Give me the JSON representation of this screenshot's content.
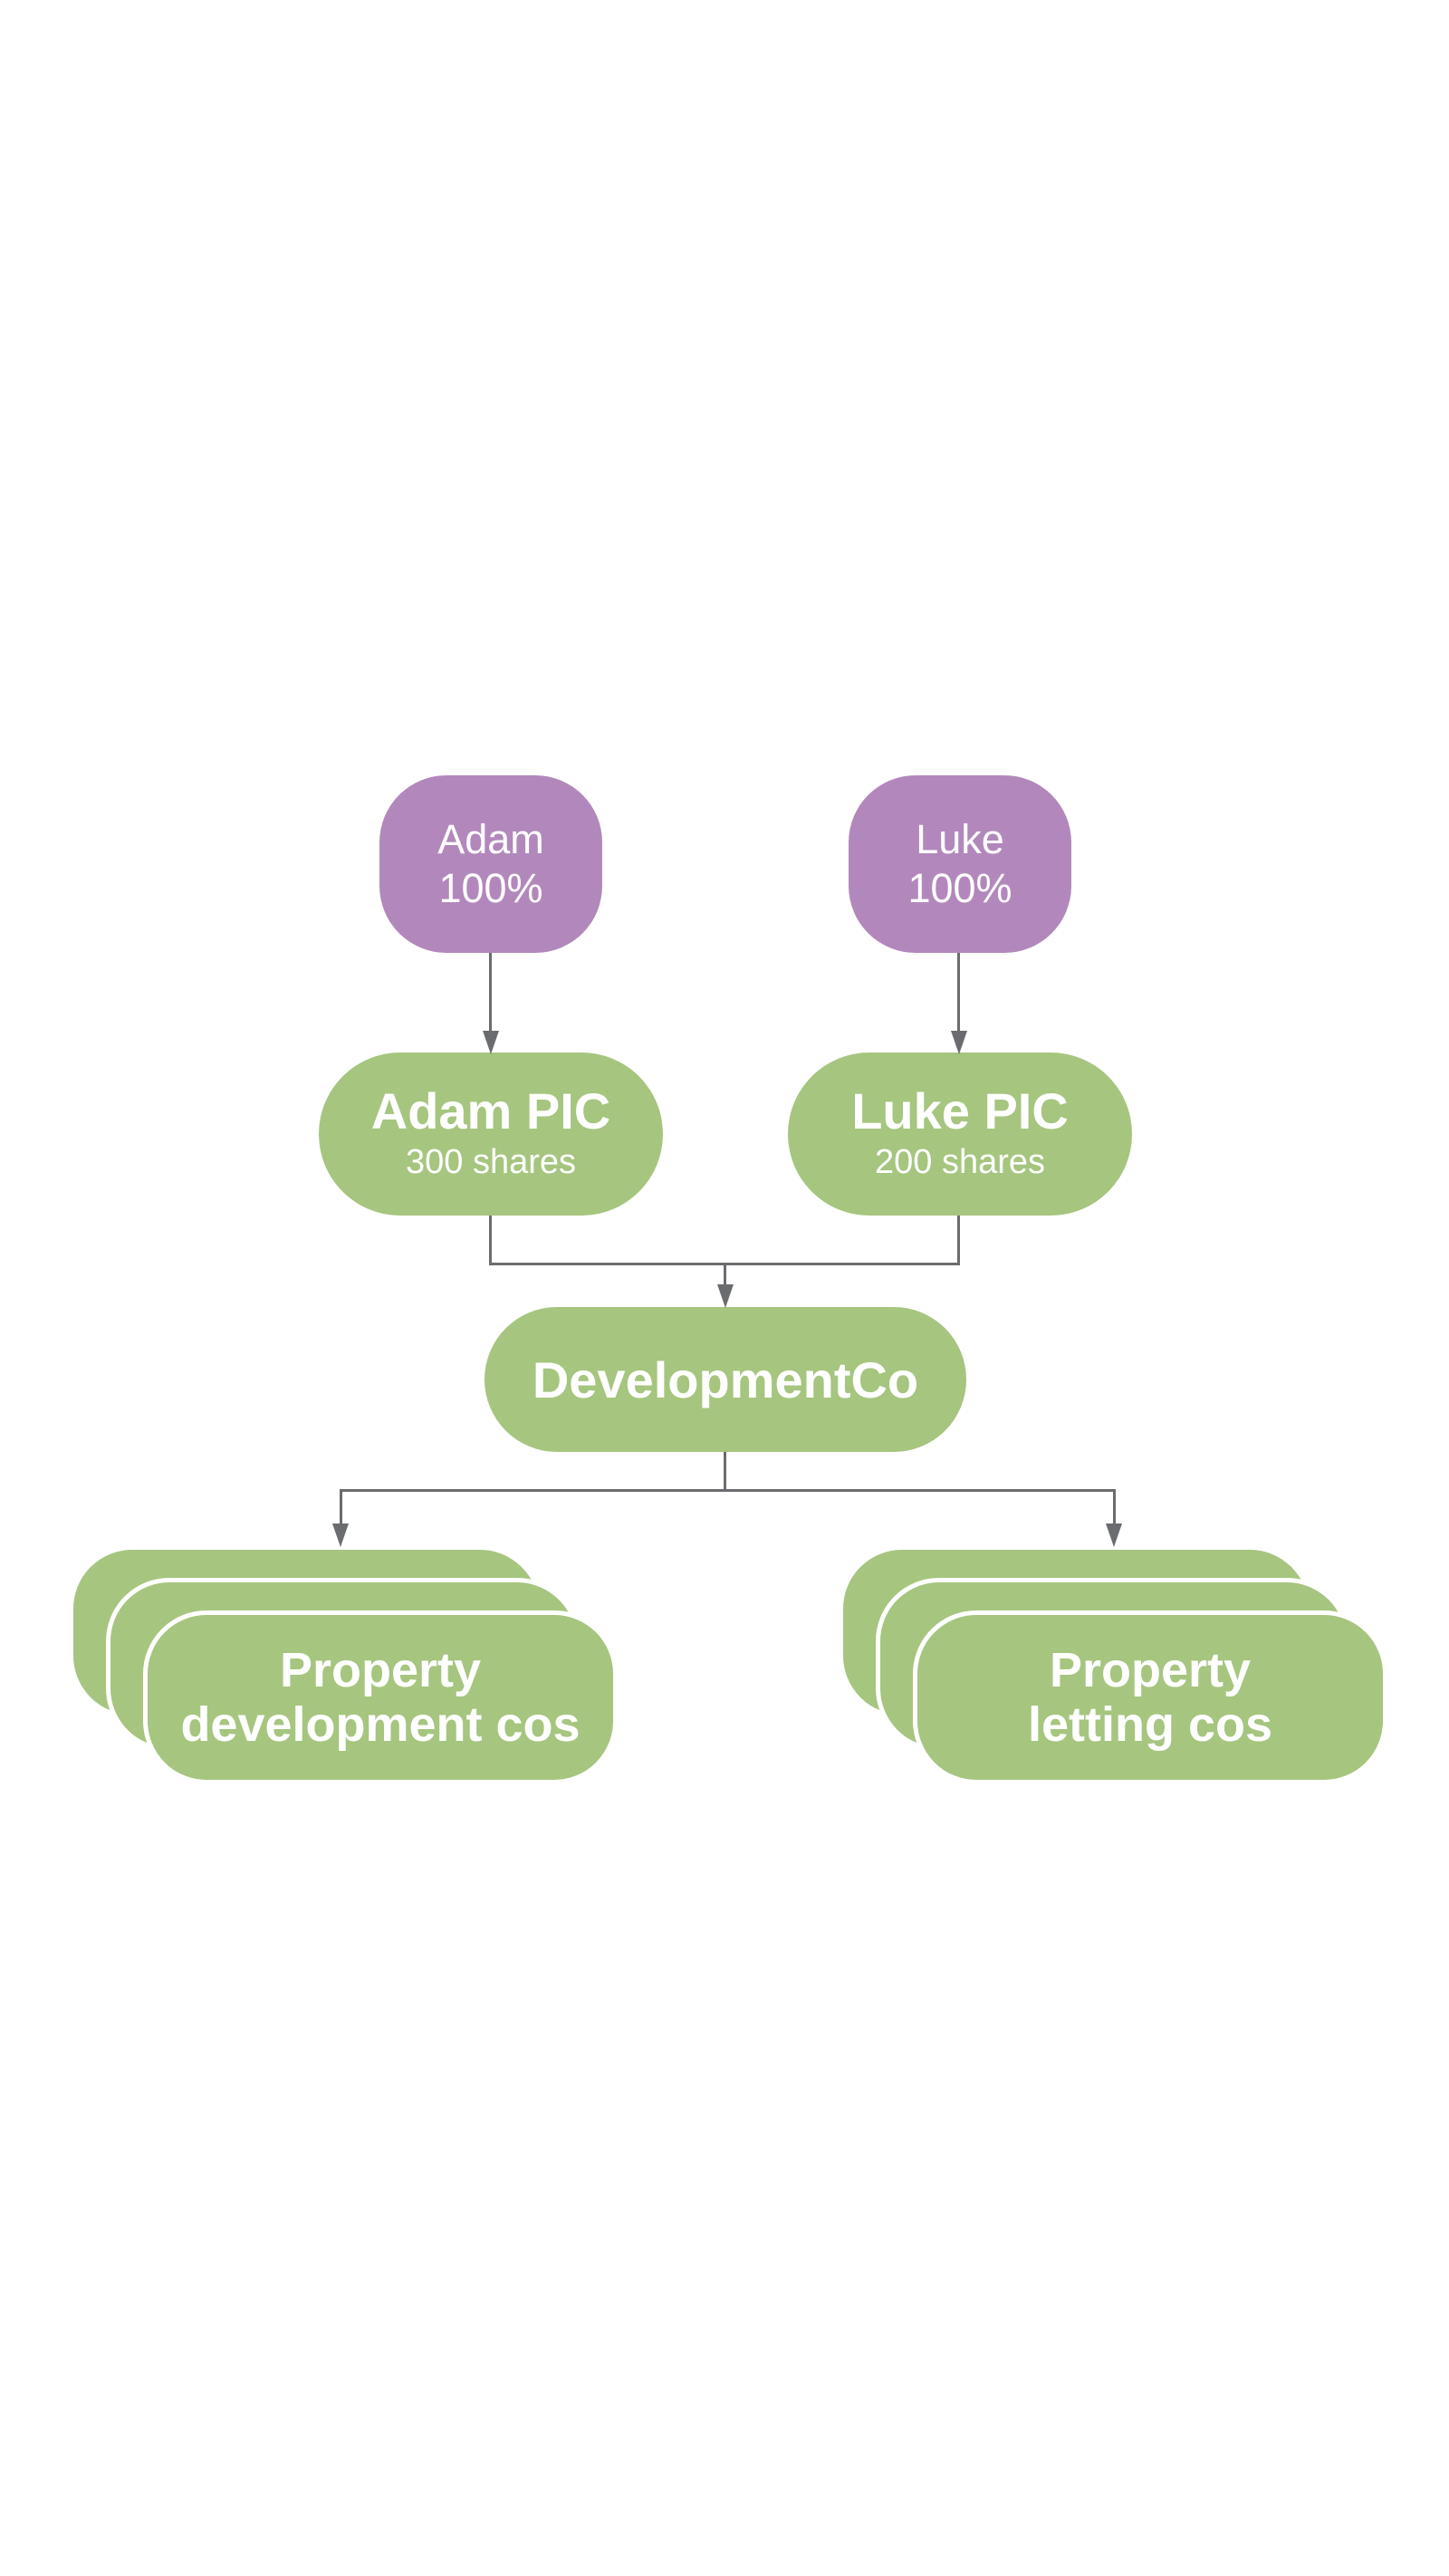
{
  "diagram": {
    "owners": [
      {
        "name": "Adam",
        "share": "100%"
      },
      {
        "name": "Luke",
        "share": "100%"
      }
    ],
    "pics": [
      {
        "title": "Adam PIC",
        "subtitle": "300 shares"
      },
      {
        "title": "Luke PIC",
        "subtitle": "200 shares"
      }
    ],
    "company": {
      "title": "DevelopmentCo"
    },
    "groups": [
      {
        "line1": "Property",
        "line2": "development cos"
      },
      {
        "line1": "Property",
        "line2": "letting cos"
      }
    ],
    "colors": {
      "owner_fill": "#b288bc",
      "company_fill": "#a6c57f",
      "connector": "#6b6c6f",
      "node_text": "#ffffff",
      "background": "#ffffff"
    }
  }
}
